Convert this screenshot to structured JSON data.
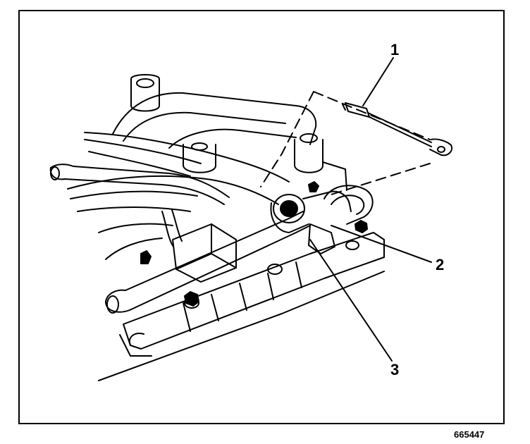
{
  "callouts": {
    "one": "1",
    "two": "2",
    "three": "3"
  },
  "figure_number": "665447",
  "colors": {
    "ink": "#000000",
    "paper": "#ffffff"
  },
  "icons": {
    "illustration": "intake-manifold-fuel-rail-line-art-icon"
  }
}
